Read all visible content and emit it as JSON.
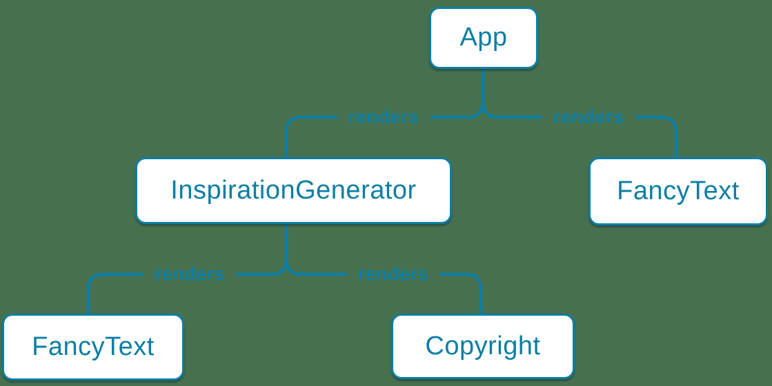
{
  "theme": {
    "background_color": "#47714e",
    "accent_color": "#0d7ea4",
    "node_fill_color": "#ffffff"
  },
  "diagram": {
    "type": "component-render-tree",
    "nodes": [
      {
        "id": "app",
        "label": "App"
      },
      {
        "id": "inspiration-generator",
        "label": "InspirationGenerator"
      },
      {
        "id": "fancy-text-top",
        "label": "FancyText"
      },
      {
        "id": "fancy-text-bottom",
        "label": "FancyText"
      },
      {
        "id": "copyright",
        "label": "Copyright"
      }
    ],
    "edges": [
      {
        "from": "App",
        "to": "InspirationGenerator",
        "label": "renders"
      },
      {
        "from": "App",
        "to": "FancyText",
        "label": "renders"
      },
      {
        "from": "InspirationGenerator",
        "to": "FancyText",
        "label": "renders"
      },
      {
        "from": "InspirationGenerator",
        "to": "Copyright",
        "label": "renders"
      }
    ]
  }
}
